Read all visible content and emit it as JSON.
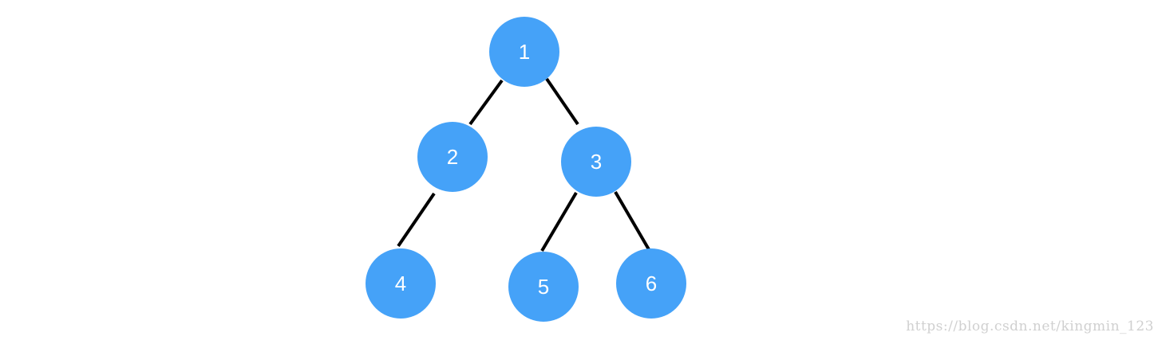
{
  "diagram": {
    "colors": {
      "node_fill": "#45a2f8",
      "edge_stroke": "#000000",
      "label": "#ffffff"
    },
    "nodes": [
      {
        "id": "1",
        "label": "1"
      },
      {
        "id": "2",
        "label": "2"
      },
      {
        "id": "3",
        "label": "3"
      },
      {
        "id": "4",
        "label": "4"
      },
      {
        "id": "5",
        "label": "5"
      },
      {
        "id": "6",
        "label": "6"
      }
    ],
    "edges": [
      {
        "from": "1",
        "to": "2"
      },
      {
        "from": "1",
        "to": "3"
      },
      {
        "from": "2",
        "to": "4"
      },
      {
        "from": "3",
        "to": "5"
      },
      {
        "from": "3",
        "to": "6"
      }
    ]
  },
  "watermark": {
    "text": "https://blog.csdn.net/kingmin_123"
  }
}
